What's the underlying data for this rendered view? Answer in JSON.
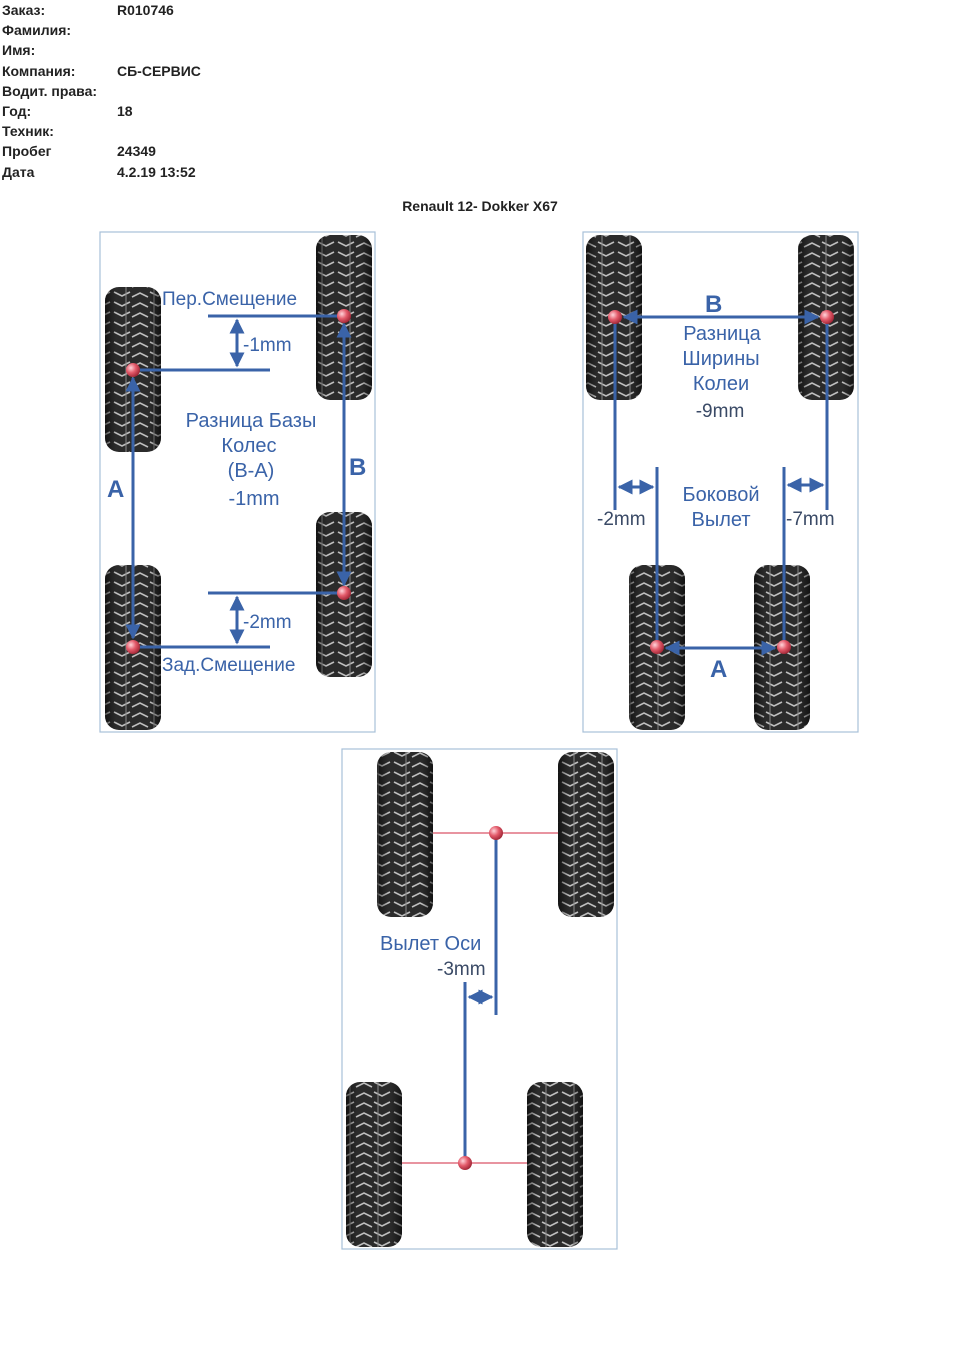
{
  "header": {
    "rows": [
      {
        "label": "Заказ:",
        "value": "R010746"
      },
      {
        "label": "Фамилия:",
        "value": ""
      },
      {
        "label": "Имя:",
        "value": ""
      },
      {
        "label": "Компания:",
        "value": "СБ-СЕРВИС"
      },
      {
        "label": "Водит. права:",
        "value": ""
      },
      {
        "label": "Год:",
        "value": "18"
      },
      {
        "label": "Техник:",
        "value": ""
      },
      {
        "label": "Пробег",
        "value": "24349"
      },
      {
        "label": "Дата",
        "value": "4.2.19 13:52"
      }
    ]
  },
  "vehicle_title": "Renault 12- Dokker X67",
  "diagram_setback": {
    "front_label": "Пер.Смещение",
    "front_value": "-1mm",
    "rear_value": "-2mm",
    "rear_label": "Зад.Смещение",
    "center_line1": "Разница Базы",
    "center_line2": "Колес",
    "center_line3": "(B-A)",
    "center_value": "-1mm",
    "letter_a": "A",
    "letter_b": "B"
  },
  "diagram_track": {
    "letter_b": "B",
    "track_line1": "Разница",
    "track_line2": "Ширины",
    "track_line3": "Колеи",
    "track_value": "-9mm",
    "lateral_line1": "Боковой",
    "lateral_line2": "Вылет",
    "left_value": "-2mm",
    "right_value": "-7mm",
    "letter_a": "A"
  },
  "diagram_axle": {
    "label": "Вылет Оси",
    "value": "-3mm"
  },
  "colors": {
    "diagram_blue": "#3a63a8",
    "marker_red": "#e35a6a",
    "axle_line": "#e07080",
    "panel_border": "#a8c0d8"
  }
}
